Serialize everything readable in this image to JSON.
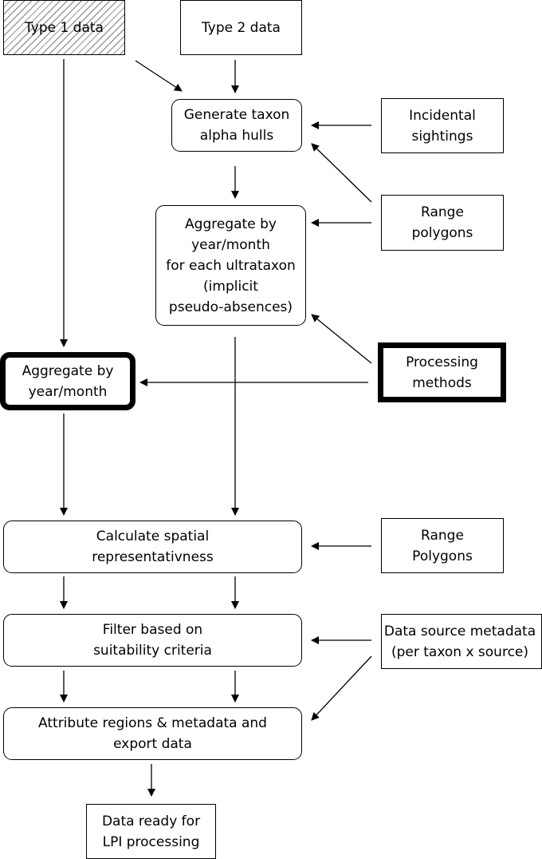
{
  "nodes": {
    "type1": "Type 1 data",
    "type2": "Type 2 data",
    "alpha_hulls": "Generate taxon\nalpha hulls",
    "incidental": "Incidental\nsightings",
    "range_polygons": "Range\npolygons",
    "aggregate_ultrataxon": "Aggregate by\nyear/month\nfor each ultrataxon\n(implicit\npseudo-absences)",
    "processing_methods": "Processing\nmethods",
    "aggregate_simple": "Aggregate by\nyear/month",
    "spatial": "Calculate spatial\nrepresentativness",
    "range_polygons_2": "Range\nPolygons",
    "filter": "Filter based on\nsuitability criteria",
    "metadata": "Data source metadata\n(per taxon x source)",
    "attribute": "Attribute regions & metadata and\nexport data",
    "ready": "Data ready for\nLPI processing"
  }
}
